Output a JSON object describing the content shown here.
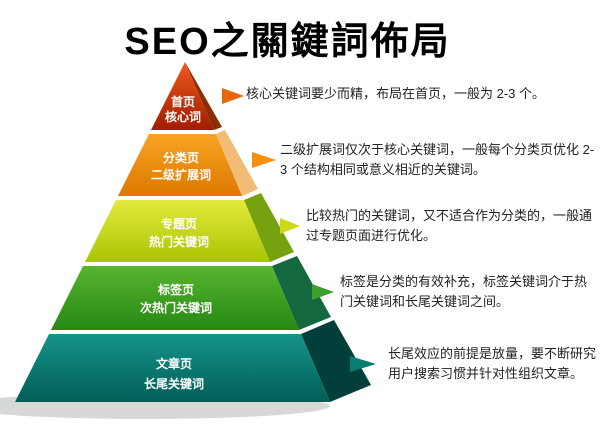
{
  "title": "SEO之關鍵詞佈局",
  "tiers": [
    {
      "page": "首页",
      "keyword": "核心词",
      "note": "核心关键词要少而精，布局在首页，一般为 2-3 个。",
      "front_top": "#ee5a1e",
      "front_bottom": "#a21c00",
      "side": "#8a2e05",
      "accent": "#e8650f"
    },
    {
      "page": "分类页",
      "keyword": "二级扩展词",
      "note": "二级扩展词仅次于核心关键词，一般每个分类页优化 2-3 个结构相同或意义相近的关键词。",
      "front_top": "#f8a423",
      "front_bottom": "#dd7800",
      "side": "#f2bc77",
      "accent": "#f1930c"
    },
    {
      "page": "专题页",
      "keyword": "热门关键词",
      "note": "比较热门的关键词，又不适合作为分类的，一般通过专题页面进行优化。",
      "front_top": "#e3ea3c",
      "front_bottom": "#a9c403",
      "side": "#76a210",
      "accent": "#cdd816"
    },
    {
      "page": "标签页",
      "keyword": "次热门关键词",
      "note": "标签是分类的有效补充，标签关键词介于热门关键词和长尾关键词之间。",
      "front_top": "#57b52f",
      "front_bottom": "#268815",
      "side": "#14683f",
      "accent": "#3da02a"
    },
    {
      "page": "文章页",
      "keyword": "长尾关键词",
      "note": "长尾效应的前提是放量，要不断研究用户搜索习惯并针对性组织文章。",
      "front_top": "#14948a",
      "front_bottom": "#035e57",
      "side": "#023f3b",
      "accent": "#0b7d74"
    }
  ]
}
